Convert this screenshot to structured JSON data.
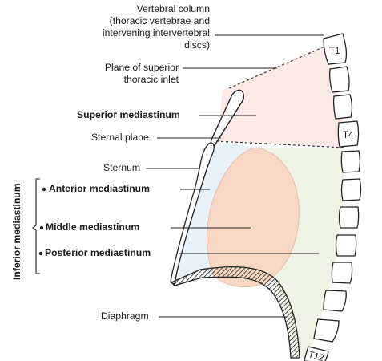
{
  "labels": {
    "vertebral_column": [
      "Vertebral column",
      "(thoracic vertebrae and",
      "intervening intervertebral",
      "discs)"
    ],
    "plane_superior_inlet": [
      "Plane of superior",
      "thoracic inlet"
    ],
    "superior_mediastinum": "Superior mediastinum",
    "sternal_plane": "Sternal plane",
    "sternum": "Sternum",
    "anterior_mediastinum": "Anterior mediastinum",
    "middle_mediastinum": "Middle mediastinum",
    "posterior_mediastinum": "Posterior mediastinum",
    "inferior_mediastinum": "Inferior mediastinum",
    "diaphragm": "Diaphragm"
  },
  "vertebrae": {
    "t1": "T1",
    "t4": "T4",
    "t12": "T12"
  },
  "colors": {
    "superior_region": "#fbe9e6",
    "heart": "#f8d8c4",
    "anterior_region": "#e9f1f8",
    "posterior_region": "#eef3e3",
    "outline": "#222222"
  }
}
